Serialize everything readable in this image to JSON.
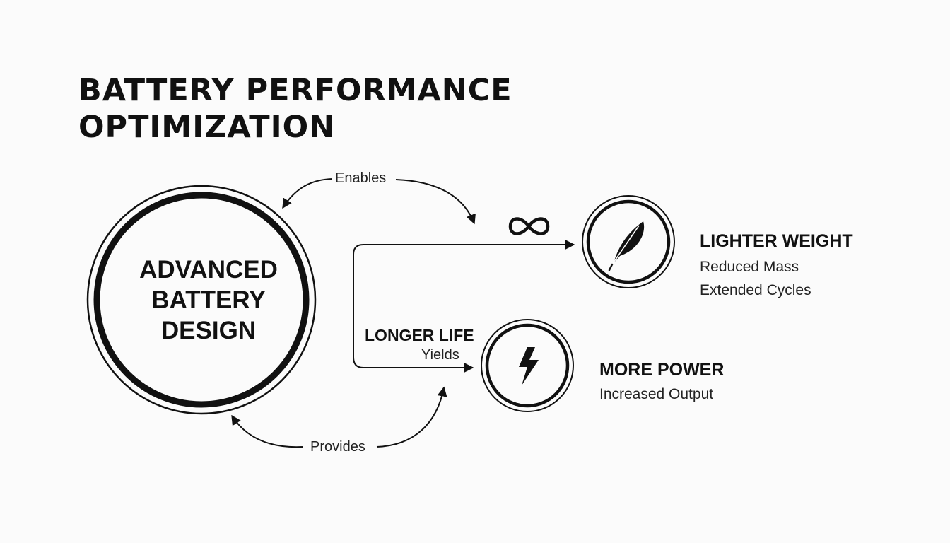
{
  "title": {
    "line1": "BATTERY PERFORMANCE",
    "line2": "OPTIMIZATION"
  },
  "center": {
    "line1": "ADVANCED",
    "line2": "BATTERY",
    "line3": "DESIGN"
  },
  "edges": {
    "enables": "Enables",
    "provides": "Provides",
    "yields": "Yields"
  },
  "outcomes": {
    "lighter_weight": {
      "title": "LIGHTER WEIGHT",
      "line1": "Reduced Mass",
      "line2": "Extended Cycles",
      "icon": "feather-icon"
    },
    "more_power": {
      "title": "MORE POWER",
      "line1": "Increased Output",
      "icon": "lightning-icon"
    },
    "longer_life": {
      "title": "LONGER LIFE",
      "icon": "infinity-icon"
    }
  },
  "colors": {
    "ink": "#111111",
    "background": "#fbfbfb"
  }
}
